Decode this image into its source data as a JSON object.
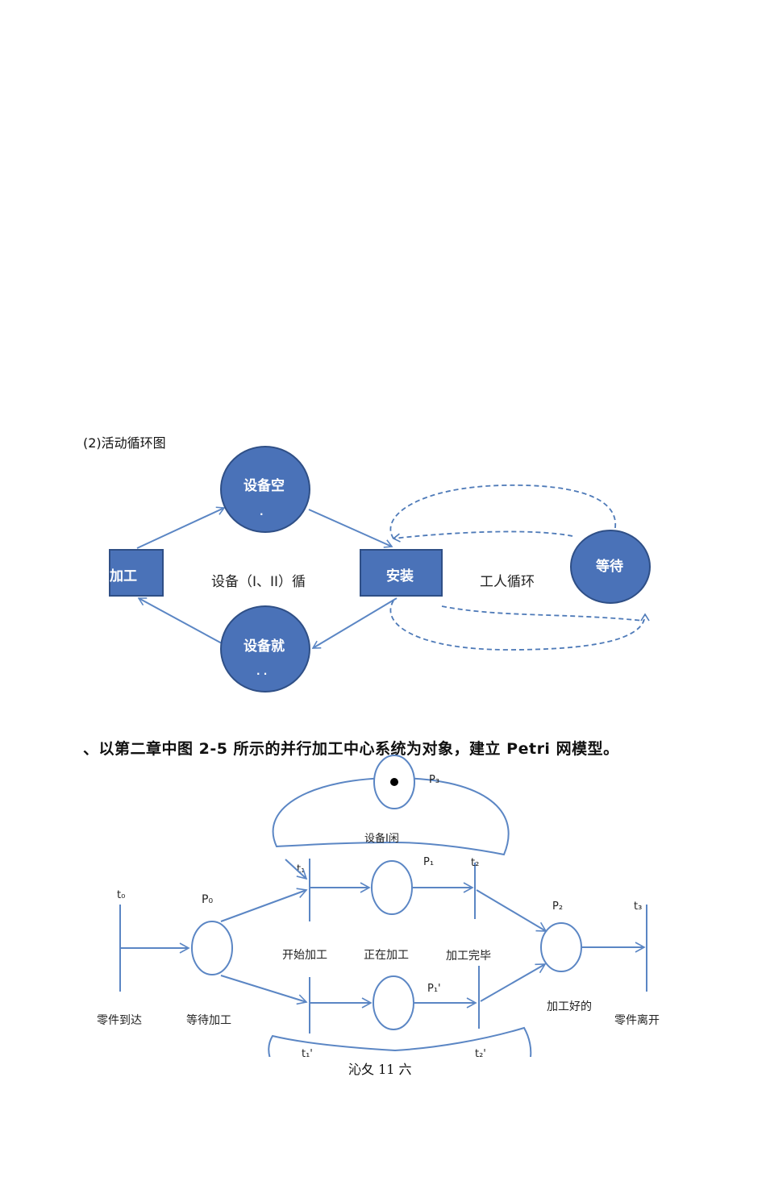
{
  "section_caption": "(2)活动循环图",
  "activity_diagram": {
    "node_equipment_idle": "设备空",
    "node_equipment_ready": "设备就",
    "node_wait": "等待",
    "box_process": "加工",
    "box_install": "安装",
    "label_equipment_cycle": "设备（I、II）循",
    "label_worker_cycle": "工人循环",
    "dot_mark_1": "·",
    "dot_mark_2": "· ·"
  },
  "question_heading": "、以第二章中图 2-5 所示的并行加工中心系统为对象，建立 Petri 网模型。",
  "petri": {
    "p3": "P₃",
    "resource_label": "设备I闲",
    "t1_label": "t₁",
    "p1": "P₁",
    "t2_label": "t₂",
    "t0": "t₀",
    "p0": "P₀",
    "p2": "P₂",
    "t3": "t₃",
    "start_process": "开始加工",
    "processing": "正在加工",
    "process_done": "加工完毕",
    "p1prime": "P₁'",
    "parts_arrive": "零件到达",
    "wait_process": "等待加工",
    "processed": "加工好的",
    "parts_leave": "零件离开",
    "t1prime": "t₁'",
    "t2prime": "t₂'"
  },
  "figure_caption": "沁夂 11 六",
  "colors": {
    "node_fill": "#4a72b8",
    "node_stroke": "#2f4f86",
    "arrow": "#5b86c4",
    "dash": "#4e7ab8"
  }
}
